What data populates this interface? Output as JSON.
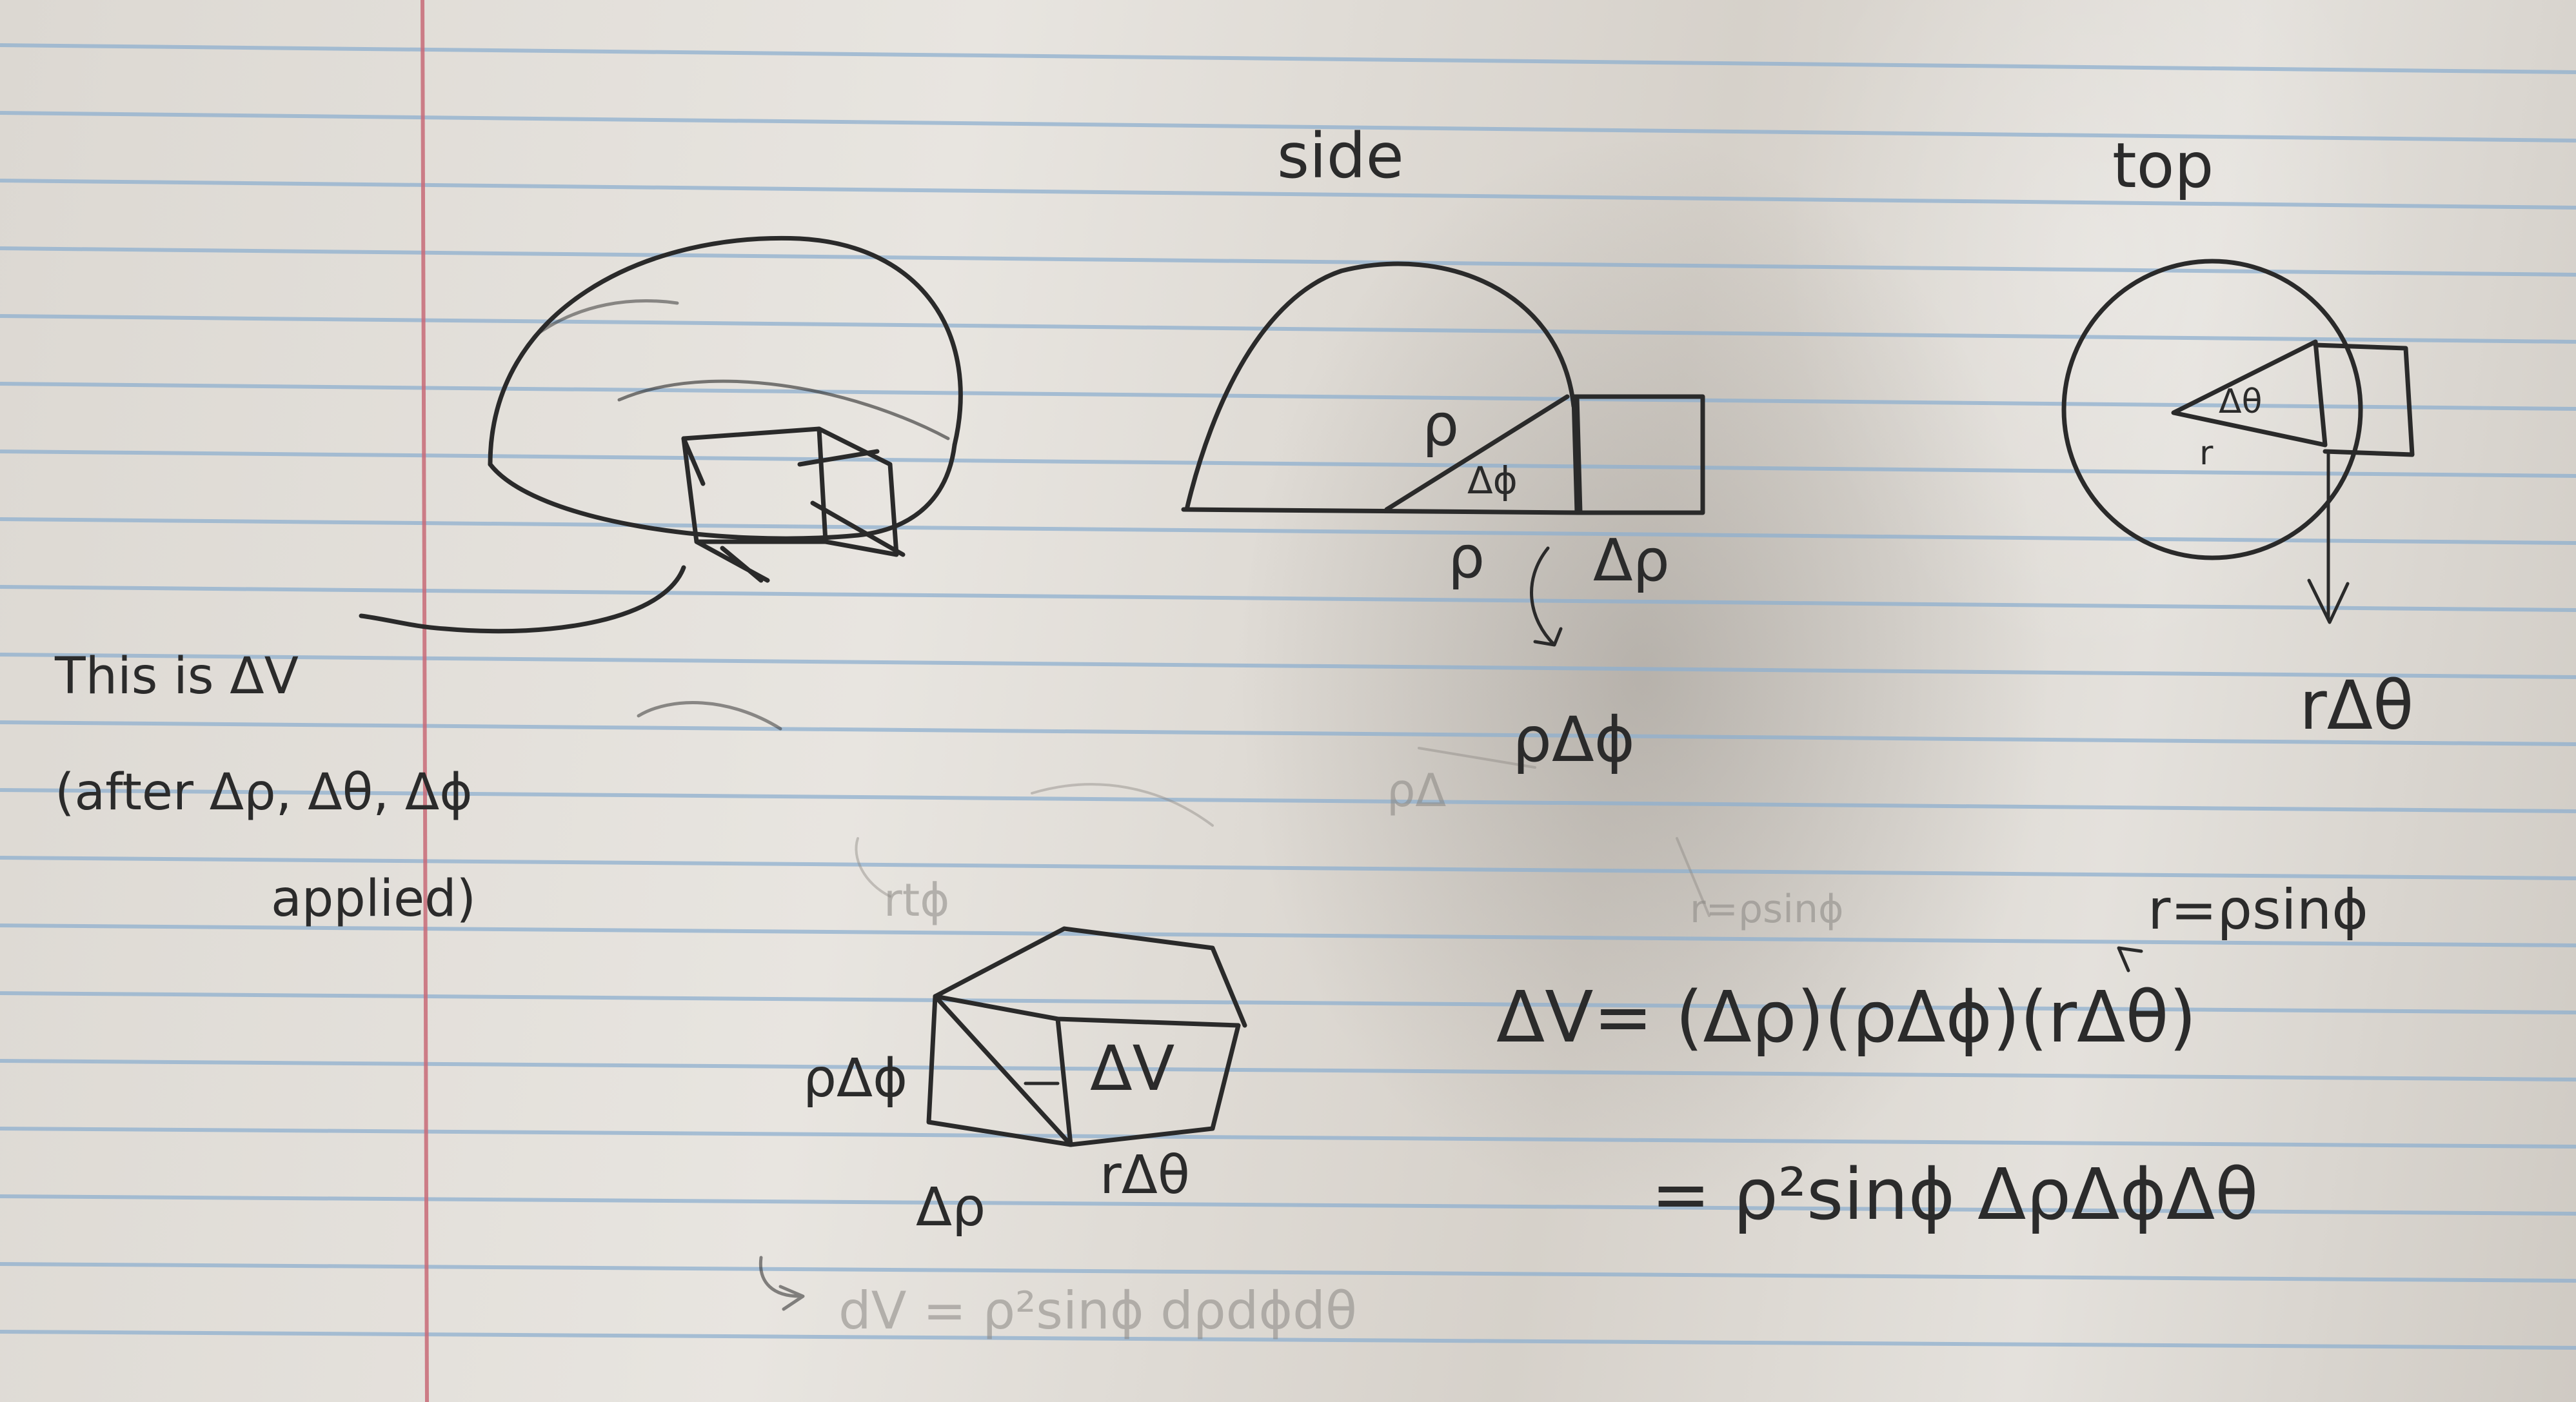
{
  "labels": {
    "side_title": "side",
    "top_title": "top",
    "note_line1": "This is ΔV",
    "note_line2": "(after Δρ, Δθ, Δϕ",
    "note_line3": "applied)",
    "side_rho_hyp": "ρ",
    "side_dphi": "Δϕ",
    "side_rho_base": "ρ",
    "side_drho": "Δρ",
    "side_result": "ρΔϕ",
    "top_dtheta": "Δθ",
    "top_r": "r",
    "top_result": "rΔθ",
    "box_left": "ρΔϕ",
    "box_face": "ΔV",
    "box_bottom_left": "Δρ",
    "box_bottom_right": "rΔθ",
    "r_def": "r=ρsinϕ",
    "eq_line1": "ΔV= (Δρ)(ρΔϕ)(rΔθ)",
    "eq_line2": "= ρ²sinϕ ΔρΔϕΔθ"
  }
}
